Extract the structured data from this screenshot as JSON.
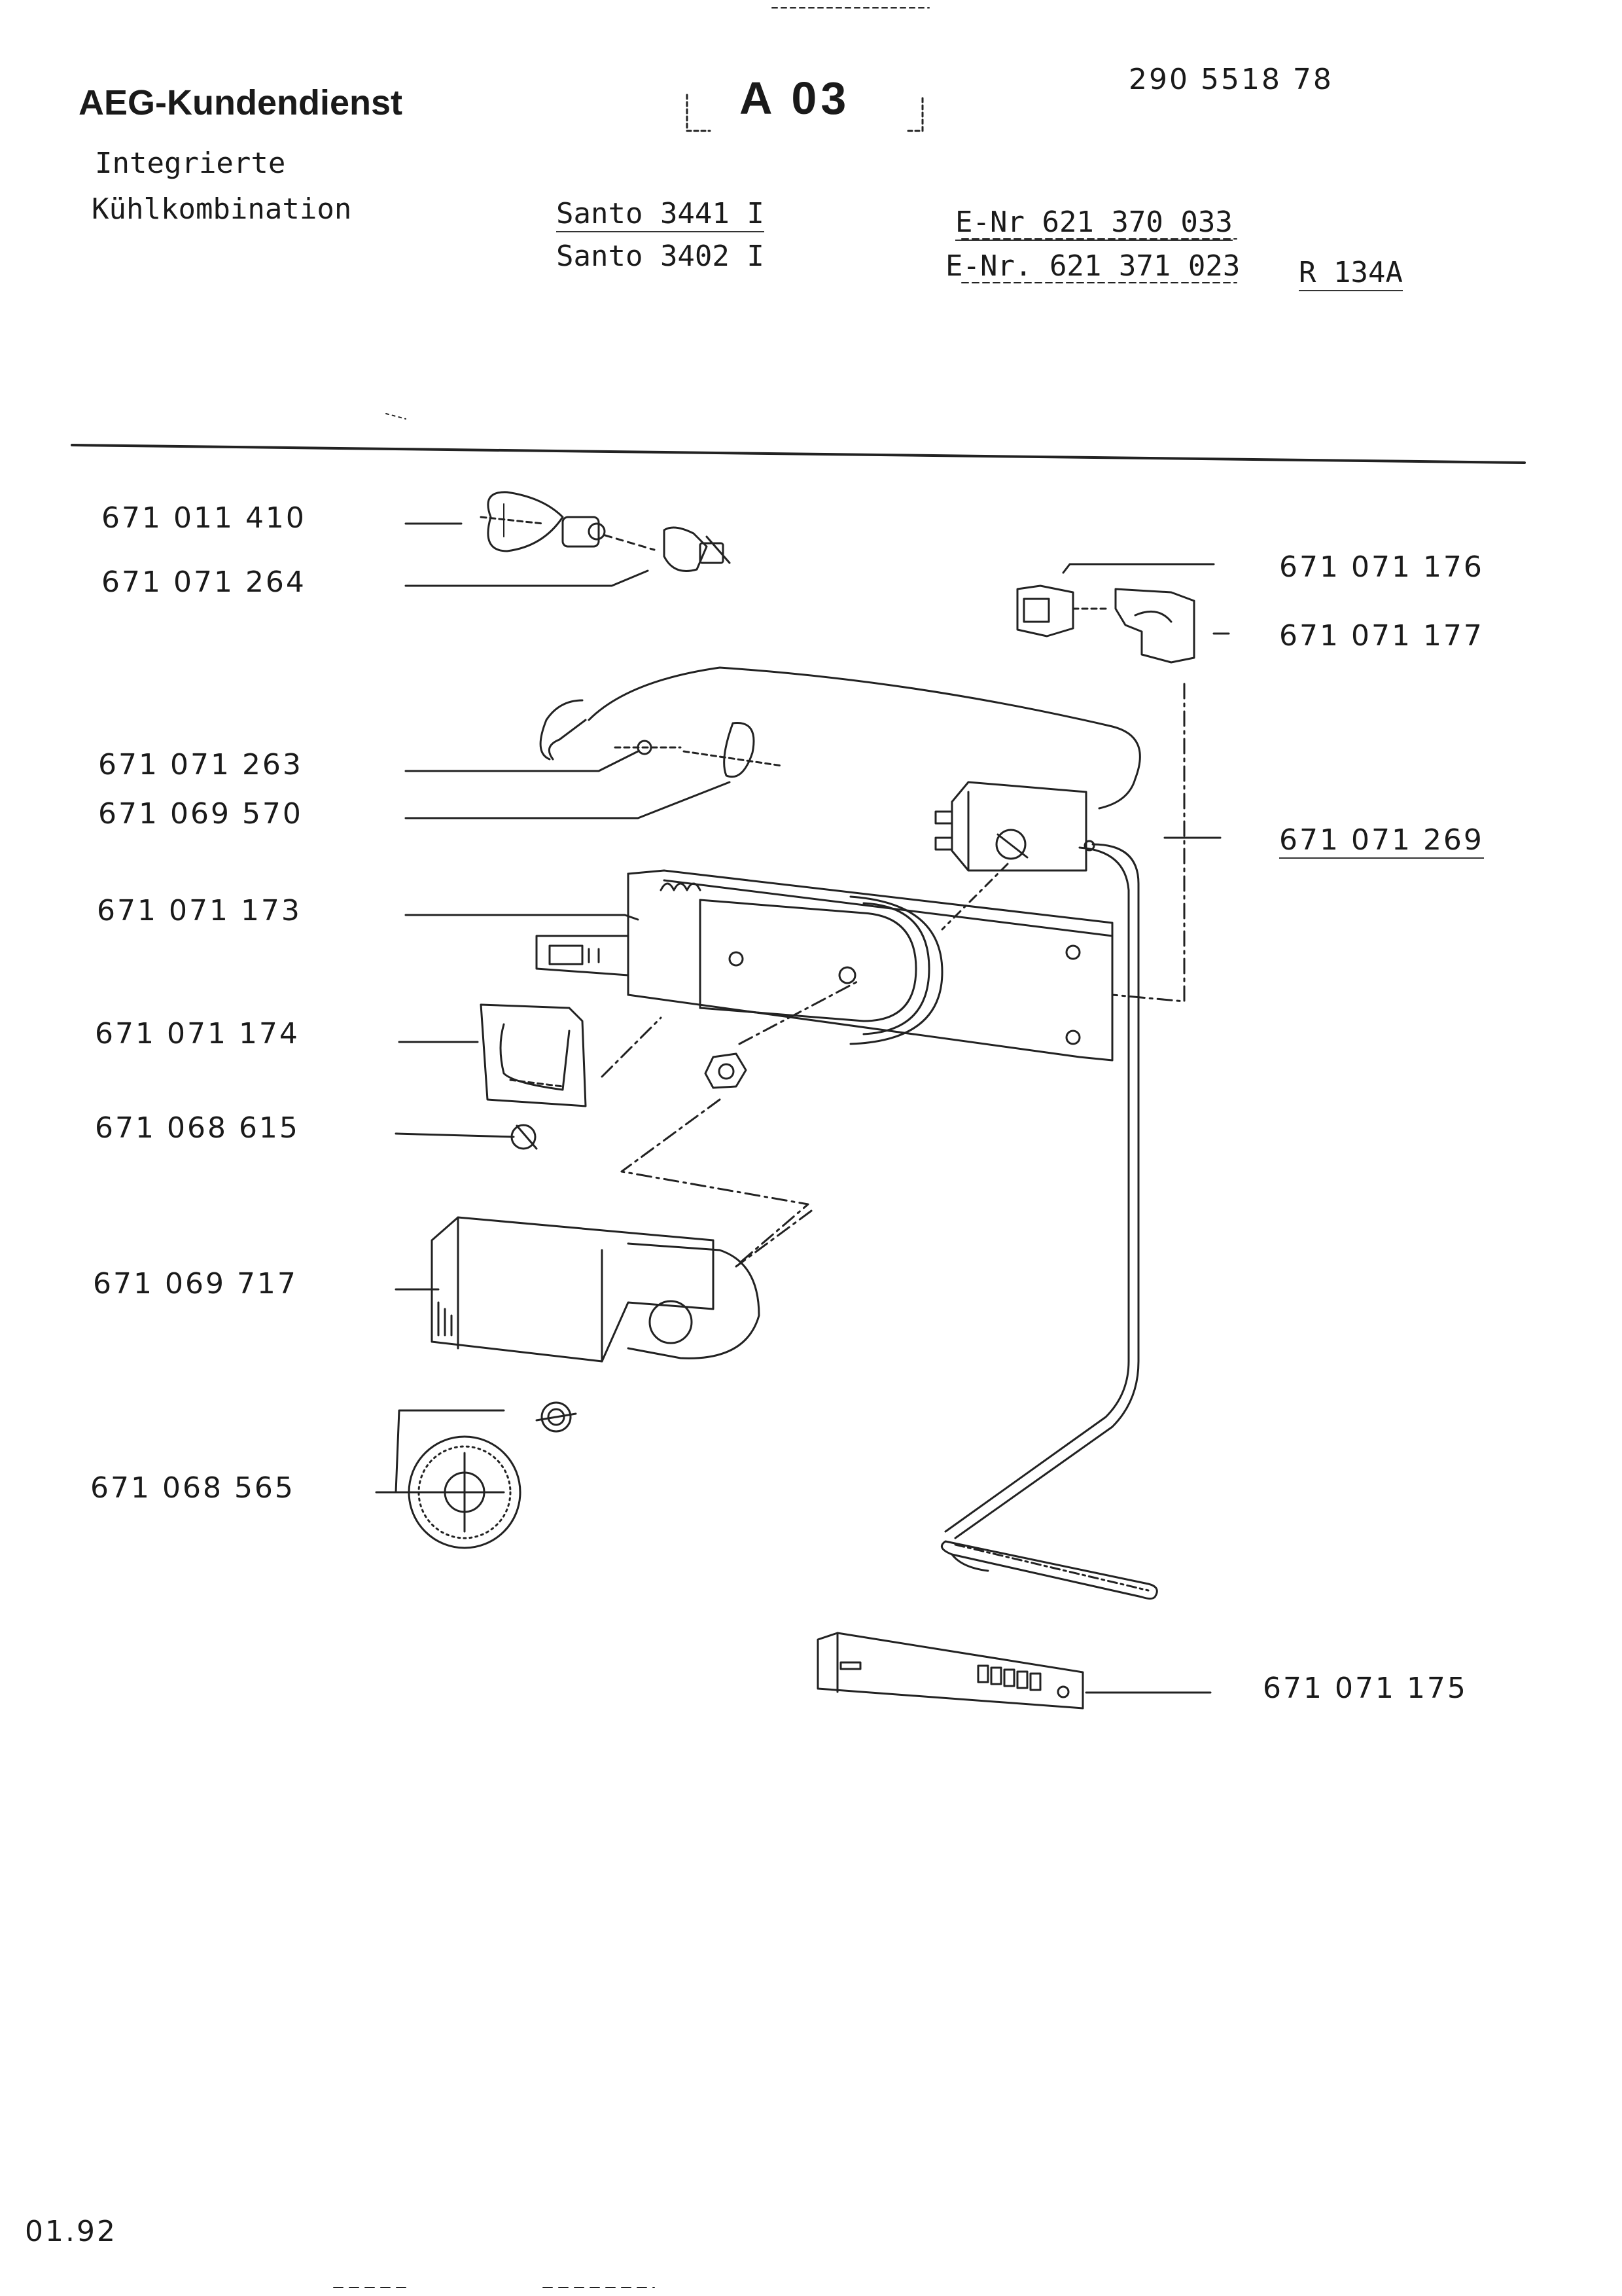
{
  "header": {
    "brand": "AEG-Kundendienst",
    "sheet_code": "A 03",
    "document_number": "290 5518 78",
    "category_line1": "Integrierte",
    "category_line2": "Kühlkombination",
    "models": [
      "Santo 3441 I",
      "Santo 3402 I"
    ],
    "e_numbers": [
      "E-Nr 621 370 033",
      "E-Nr. 621 371 023"
    ],
    "refrigerant": "R 134A"
  },
  "parts": {
    "left": [
      "671 011 410",
      "671 071 264",
      "671 071 263",
      "671 069 570",
      "671 071 173",
      "671 071 174",
      "671 068 615",
      "671 069 717",
      "671 068 565"
    ],
    "right": [
      "671 071 176",
      "671 071 177",
      "671 071 269",
      "671 071 175"
    ]
  },
  "footer": {
    "date": "01.92"
  }
}
